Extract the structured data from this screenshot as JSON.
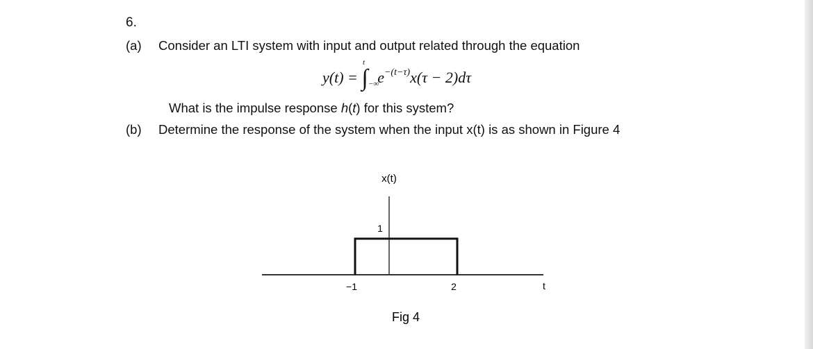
{
  "question_number": "6.",
  "part_a": {
    "label": "(a)",
    "text": "Consider an LTI system with input and output related through the equation",
    "equation": {
      "lhs": "y(t) = ",
      "integral_sign": "∫",
      "upper_limit": "t",
      "lower_limit": "−∞",
      "exp_base": "e",
      "exponent": "−(t−τ)",
      "integrand_rest": "x(τ − 2)dτ"
    },
    "question": "What is the impulse response h(t) for this system?"
  },
  "part_b": {
    "label": "(b)",
    "text": "Determine the response of the system when the input x(t) is as shown in Figure 4"
  },
  "figure": {
    "y_axis_label": "x(t)",
    "x_axis_label": "t",
    "caption": "Fig 4",
    "chart_data": {
      "type": "line",
      "x": [
        -1,
        -1,
        2,
        2
      ],
      "y": [
        0,
        1,
        1,
        0
      ],
      "tick_labels": {
        "x_left": "−1",
        "x_right": "2",
        "y_top": "1"
      }
    }
  }
}
